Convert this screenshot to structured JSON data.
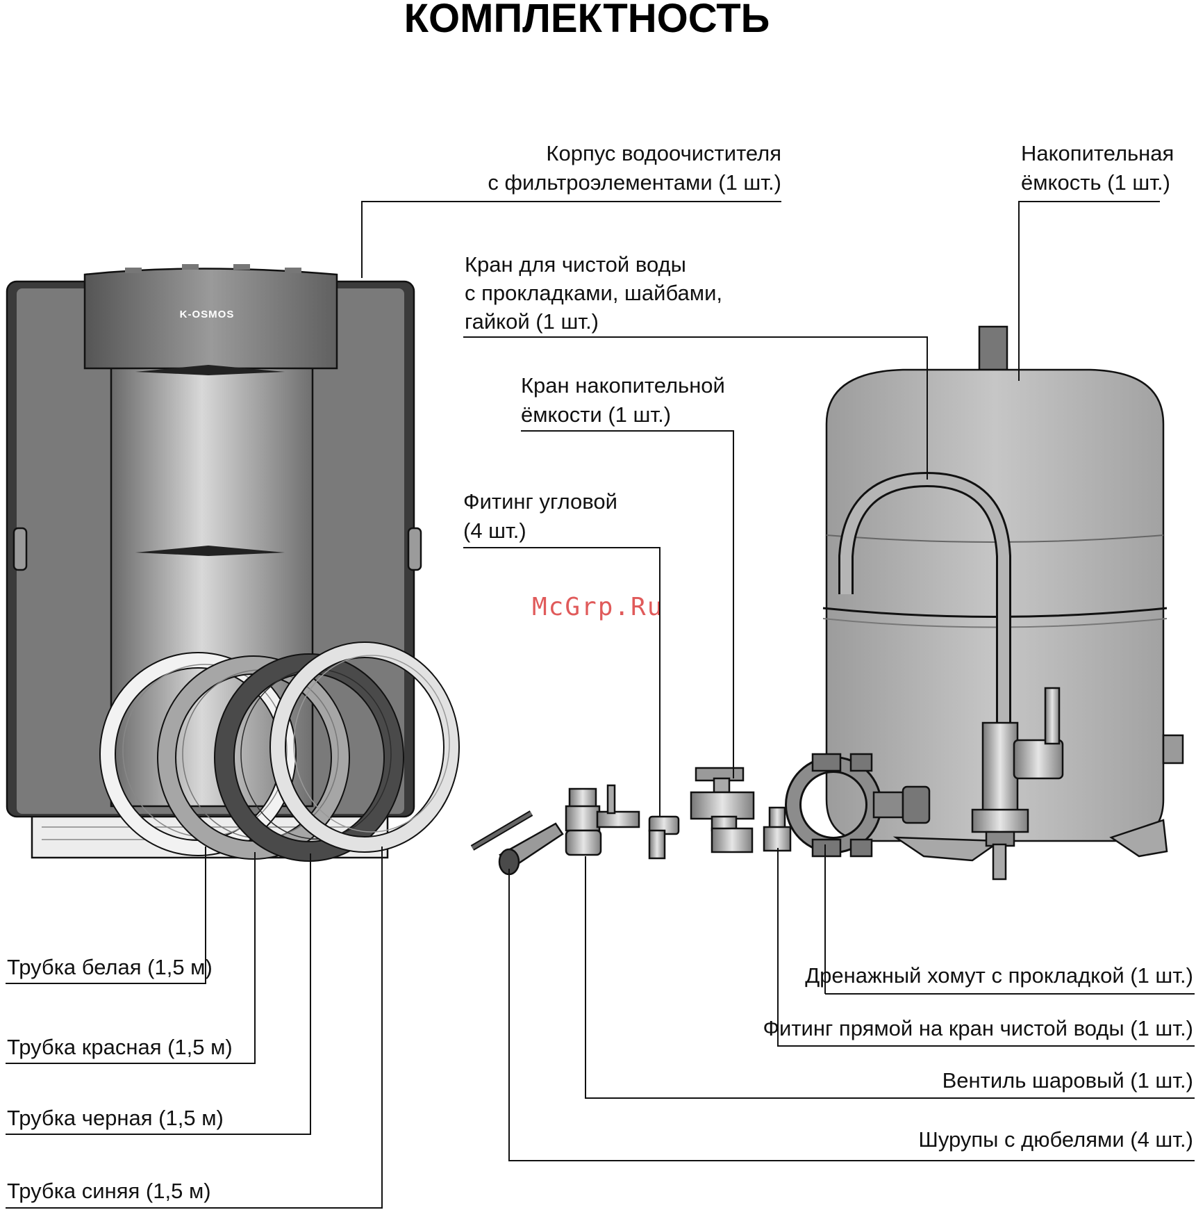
{
  "title": "КОМПЛЕКТНОСТЬ",
  "watermark": "McGrp.Ru",
  "brand_logo": "K-OSMOS",
  "labels": {
    "housing": [
      "Корпус водоочистителя",
      "с фильтроэлементами (1 шт.)"
    ],
    "tank": [
      "Накопительная",
      "ёмкость (1 шт.)"
    ],
    "faucet": [
      "Кран для чистой воды",
      "с прокладками, шайбами,",
      "гайкой (1 шт.)"
    ],
    "tank_valve": [
      "Кран накопительной",
      "ёмкости (1 шт.)"
    ],
    "elbow_fitting": [
      "Фитинг угловой",
      "(4 шт.)"
    ],
    "drain_clamp": "Дренажный хомут с прокладкой (1 шт.)",
    "straight_fitting": "Фитинг прямой на кран чистой воды (1 шт.)",
    "ball_valve": "Вентиль шаровый (1 шт.)",
    "screws": "Шурупы с дюбелями (4 шт.)",
    "tube_white": "Трубка белая (1,5 м)",
    "tube_red": "Трубка красная (1,5 м)",
    "tube_black": "Трубка черная (1,5 м)",
    "tube_blue": "Трубка синяя (1,5 м)"
  },
  "colors": {
    "ink": "#111111",
    "housing_dark": "#6e6e6e",
    "housing_mid": "#8f8f8f",
    "housing_light": "#d4d4d4",
    "tank_fill": "#b8b8b8",
    "tube_white": "#f2f2f2",
    "tube_red": "#a6a6a6",
    "tube_black": "#4a4a4a",
    "tube_blue": "#e2e2e2",
    "watermark": "#e05a5a"
  }
}
